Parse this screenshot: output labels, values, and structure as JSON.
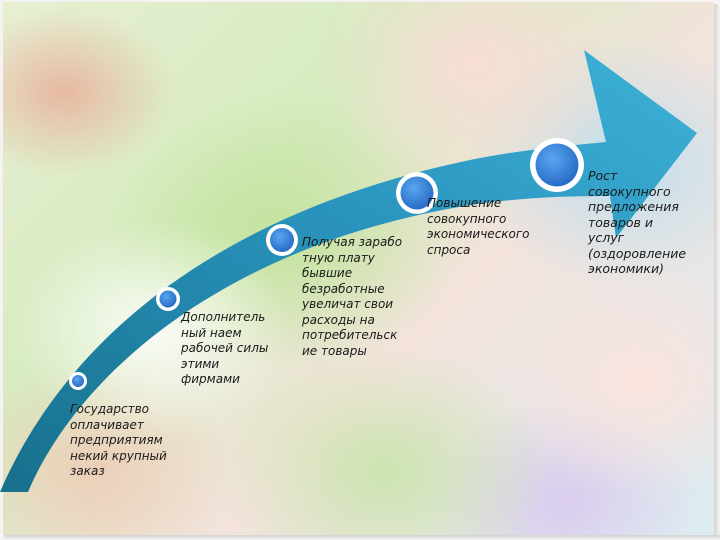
{
  "colors": {
    "arrow_dark": "#1b7894",
    "arrow_light": "#3aaed4",
    "node_fill": "#2f7fd6",
    "node_ring": "#ffffff",
    "leader": "#9aa0a6"
  },
  "steps": [
    {
      "text": "Государство\nоплачивает\nпредприятиям\nнекий крупный\nзаказ"
    },
    {
      "text": "Дополнитель\nный наем\nрабочей силы\nэтими\nфирмами"
    },
    {
      "text": "Получая зарабо\nтную плату\nбывшие\nбезработные\nувеличат свои\nрасходы на\nпотребительск\nие товары"
    },
    {
      "text": "Повышение\nсовокупного\nэкономического\nспроса"
    },
    {
      "text": "Рост\nсовокупного\nпредложения\nтоваров и\nуслуг\n(оздоровление\nэкономики)"
    }
  ]
}
